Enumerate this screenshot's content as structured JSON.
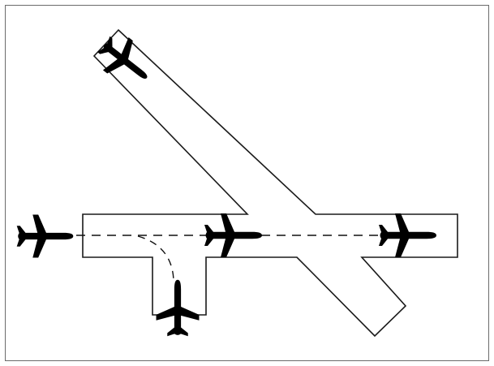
{
  "diagram": {
    "description_visible_text": [],
    "colors": {
      "background": "#ffffff",
      "line": "#1a1a1a",
      "frame": "#6b6b6b",
      "highlighted_aircraft": "#111111"
    },
    "elements": [
      "diagonal-runway",
      "horizontal-runway",
      "taxiway-stub",
      "runway-centerline",
      "taxi-path",
      "black-aircraft",
      "aircraft-approaching-left",
      "aircraft-center-on-runway",
      "aircraft-right-on-runway",
      "aircraft-on-taxiway"
    ]
  }
}
